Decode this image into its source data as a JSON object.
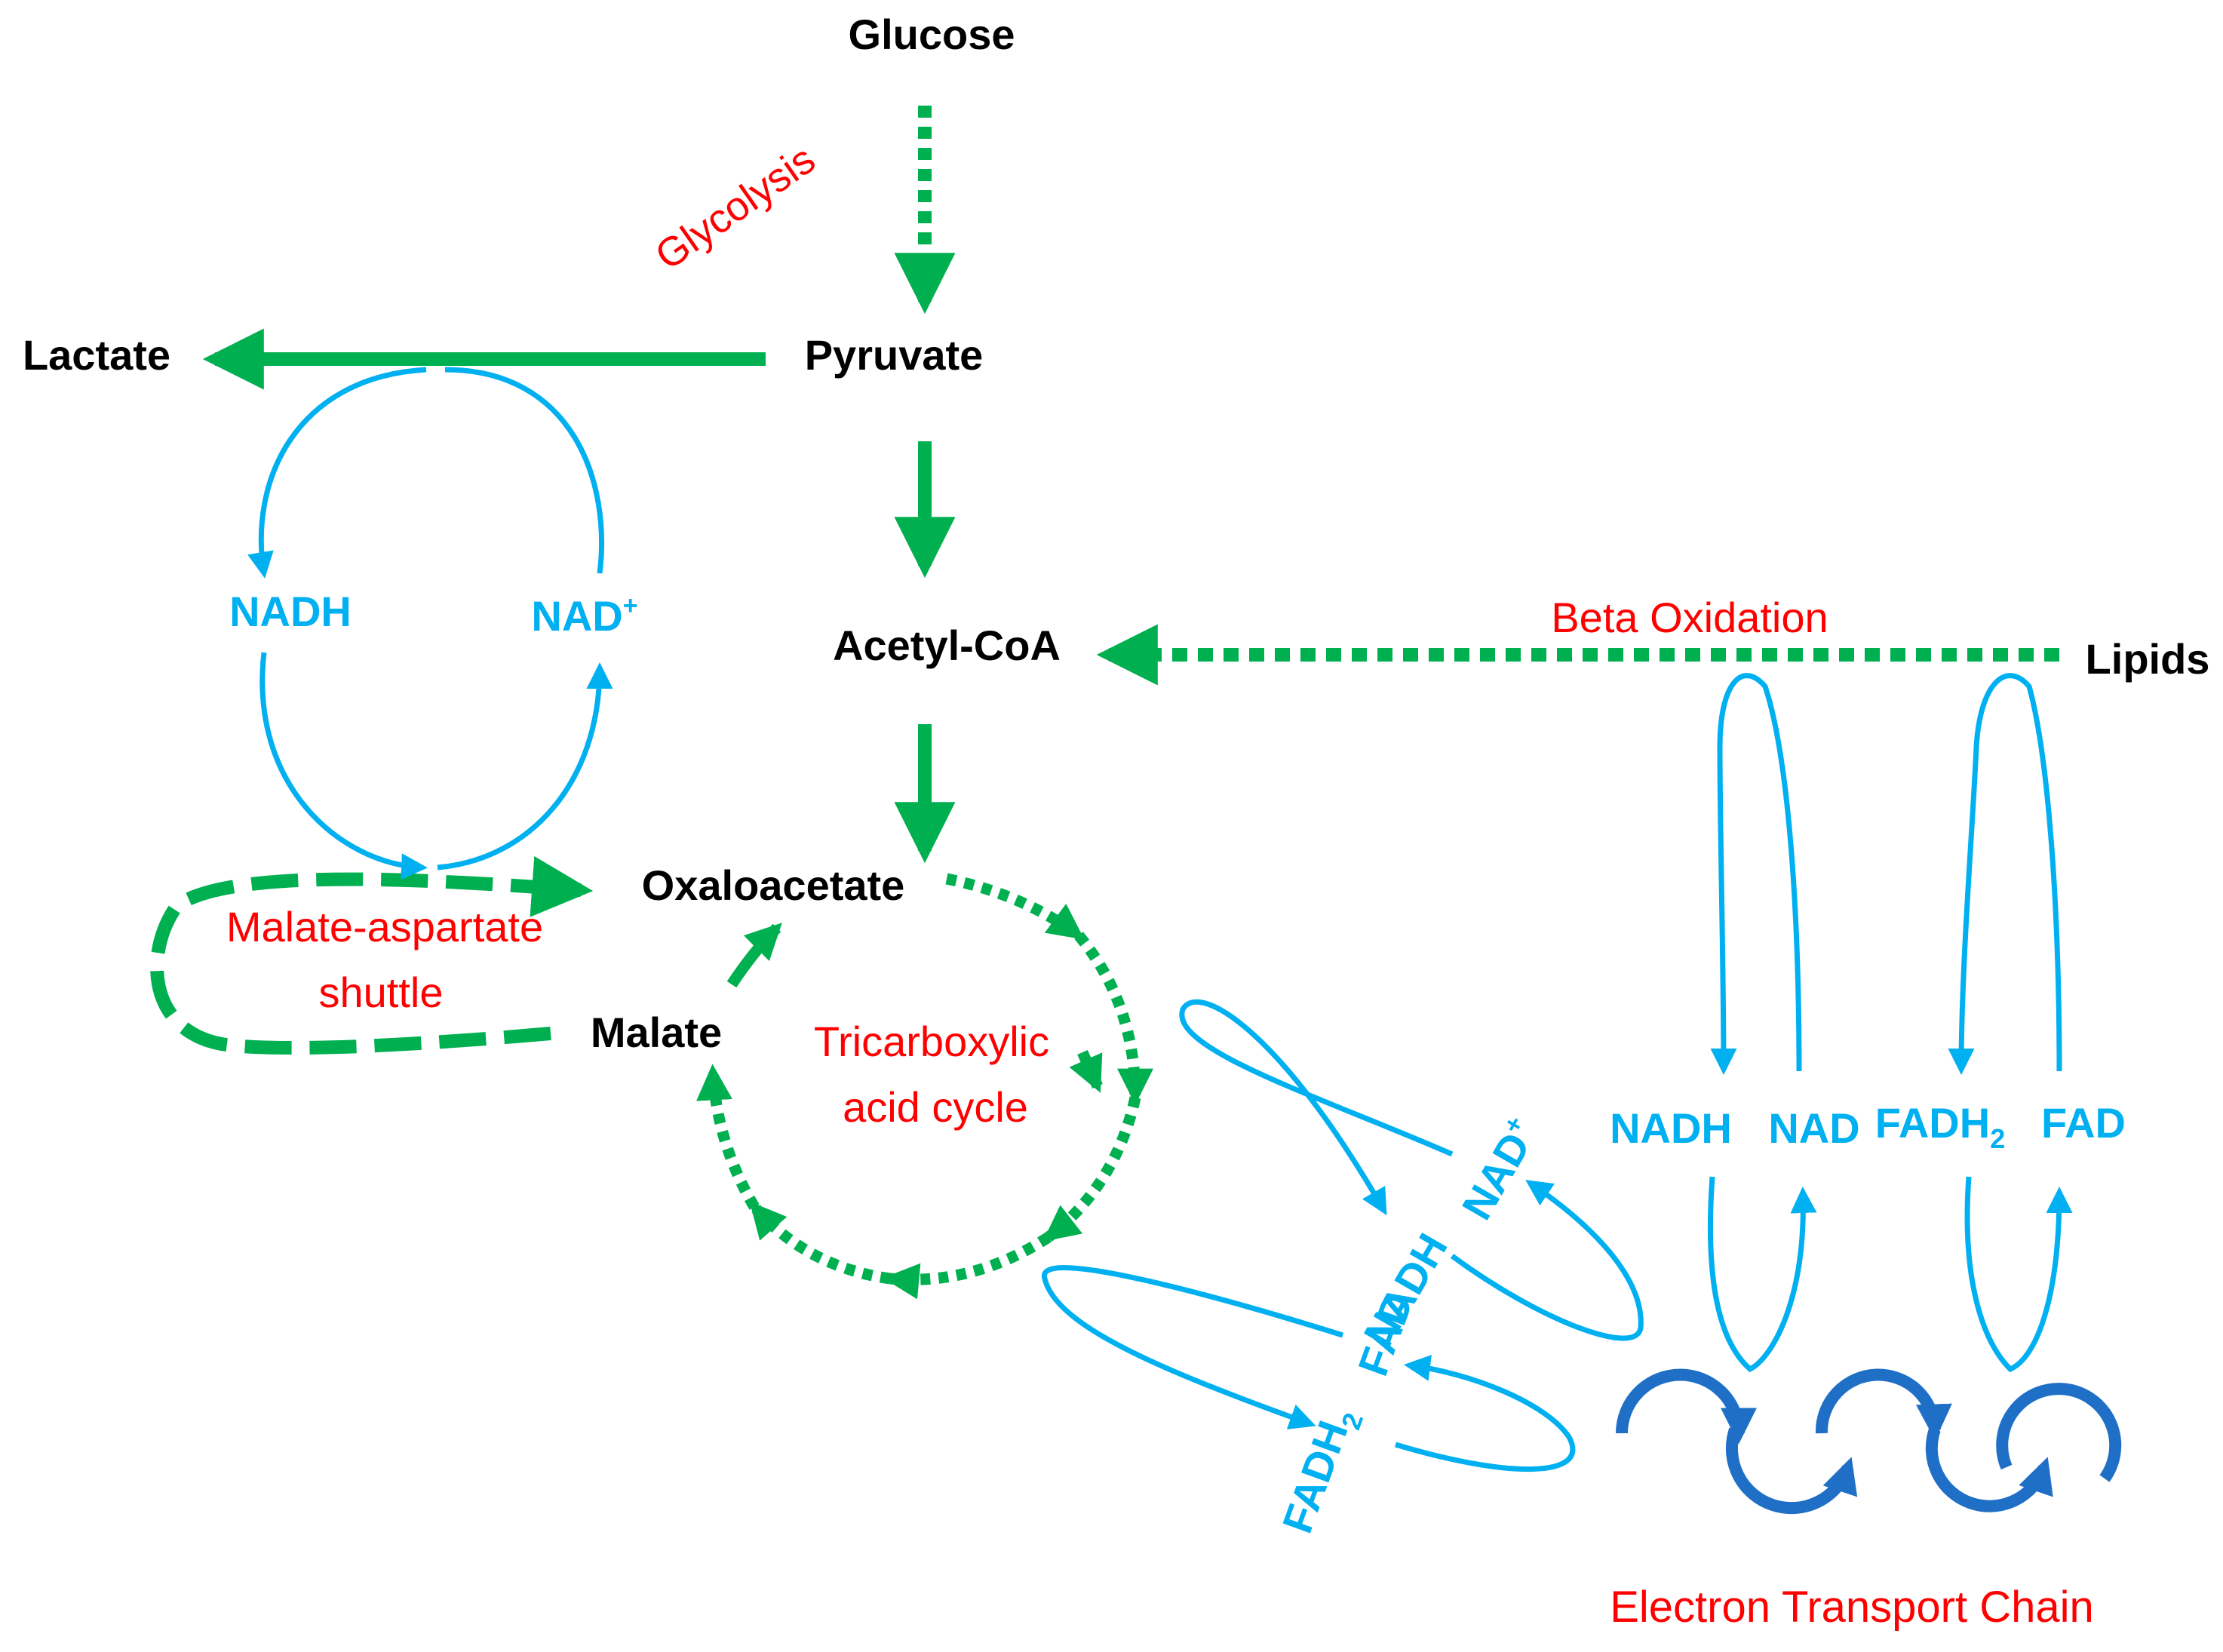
{
  "colors": {
    "pathway": "#00b050",
    "cofactor": "#00b0f0",
    "etc": "#1f6fc7",
    "process": "#ff0000",
    "metabolite": "#000000"
  },
  "metabolites": {
    "glucose": "Glucose",
    "pyruvate": "Pyruvate",
    "lactate": "Lactate",
    "acetyl_coa": "Acetyl-CoA",
    "lipids": "Lipids",
    "oxaloacetate": "Oxaloacetate",
    "malate": "Malate"
  },
  "processes": {
    "glycolysis": "Glycolysis",
    "beta_oxidation": "Beta Oxidation",
    "malate_aspartate_line1": "Malate-aspartate",
    "malate_aspartate_line2": "shuttle",
    "tca_line1": "Tricarboxylic",
    "tca_line2": "acid cycle",
    "etc": "Electron Transport Chain"
  },
  "cofactors": {
    "lactate_nadh": "NADH",
    "lactate_nad": "NAD",
    "tca_nadh": "NADH",
    "tca_nad": "NAD",
    "tca_fadh": "FADH",
    "tca_fad": "FAD",
    "beta_nadh": "NADH",
    "beta_nad": "NAD",
    "beta_fadh": "FADH",
    "beta_fad": "FAD",
    "plus_sign": "+",
    "sub_two": "2"
  }
}
